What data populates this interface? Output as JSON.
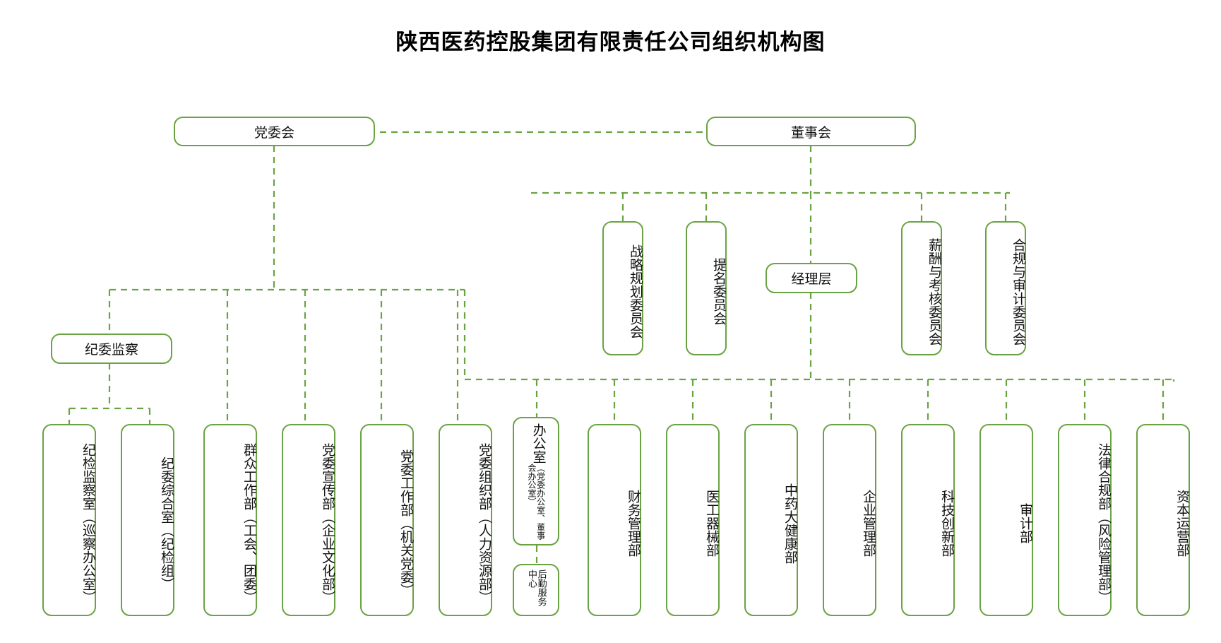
{
  "chart": {
    "title": "陕西医药控股集团有限责任公司组织机构图",
    "line_color": "#6aa343",
    "box_border_color": "#6aa343",
    "text_color": "#111111",
    "background": "#ffffff"
  },
  "nodes": {
    "party_committee": {
      "label": "党委会"
    },
    "board": {
      "label": "董事会"
    },
    "strategy_committee": {
      "label": "战略规划委员会"
    },
    "nomination_committee": {
      "label": "提名委员会"
    },
    "management_layer": {
      "label": "经理层"
    },
    "compensation_committee": {
      "label": "薪酬与考核委员会"
    },
    "compliance_audit_committee": {
      "label": "合规与审计委员会"
    },
    "discipline_inspection": {
      "label": "纪委监察"
    }
  },
  "departments": [
    {
      "id": "dept-jijian-jiancha-shi",
      "label": "纪检监察室（巡察办公室）"
    },
    {
      "id": "dept-jiwei-zonghe-shi",
      "label": "纪委综合室（纪检组）"
    },
    {
      "id": "dept-qunzhong-gongzuo",
      "label": "群众工作部（工会、团委）"
    },
    {
      "id": "dept-dangwei-xuanchuan",
      "label": "党委宣传部（企业文化部）"
    },
    {
      "id": "dept-dangwei-gongzuo",
      "label": "党委工作部（机关党委）"
    },
    {
      "id": "dept-dangwei-zuzhi",
      "label": "党委组织部（人力资源部）"
    },
    {
      "id": "dept-bangongshi",
      "label": "办公室（党委办公室、董事会办公室）",
      "main": "办公室",
      "sub": "（党委办公室、董事会办公室）"
    },
    {
      "id": "dept-houqin-fuwu",
      "label": "后勤服务中心"
    },
    {
      "id": "dept-caiwu-guanli",
      "label": "财务管理部"
    },
    {
      "id": "dept-yigong-qixie",
      "label": "医工器械部"
    },
    {
      "id": "dept-zhongyao-dajiankang",
      "label": "中药大健康部"
    },
    {
      "id": "dept-qiye-guanli",
      "label": "企业管理部"
    },
    {
      "id": "dept-keji-chuangxin",
      "label": "科技创新部"
    },
    {
      "id": "dept-shenji",
      "label": "审计部"
    },
    {
      "id": "dept-falv-hegui",
      "label": "法律合规部（风险管理部）"
    },
    {
      "id": "dept-ziben-yunying",
      "label": "资本运营部"
    }
  ]
}
